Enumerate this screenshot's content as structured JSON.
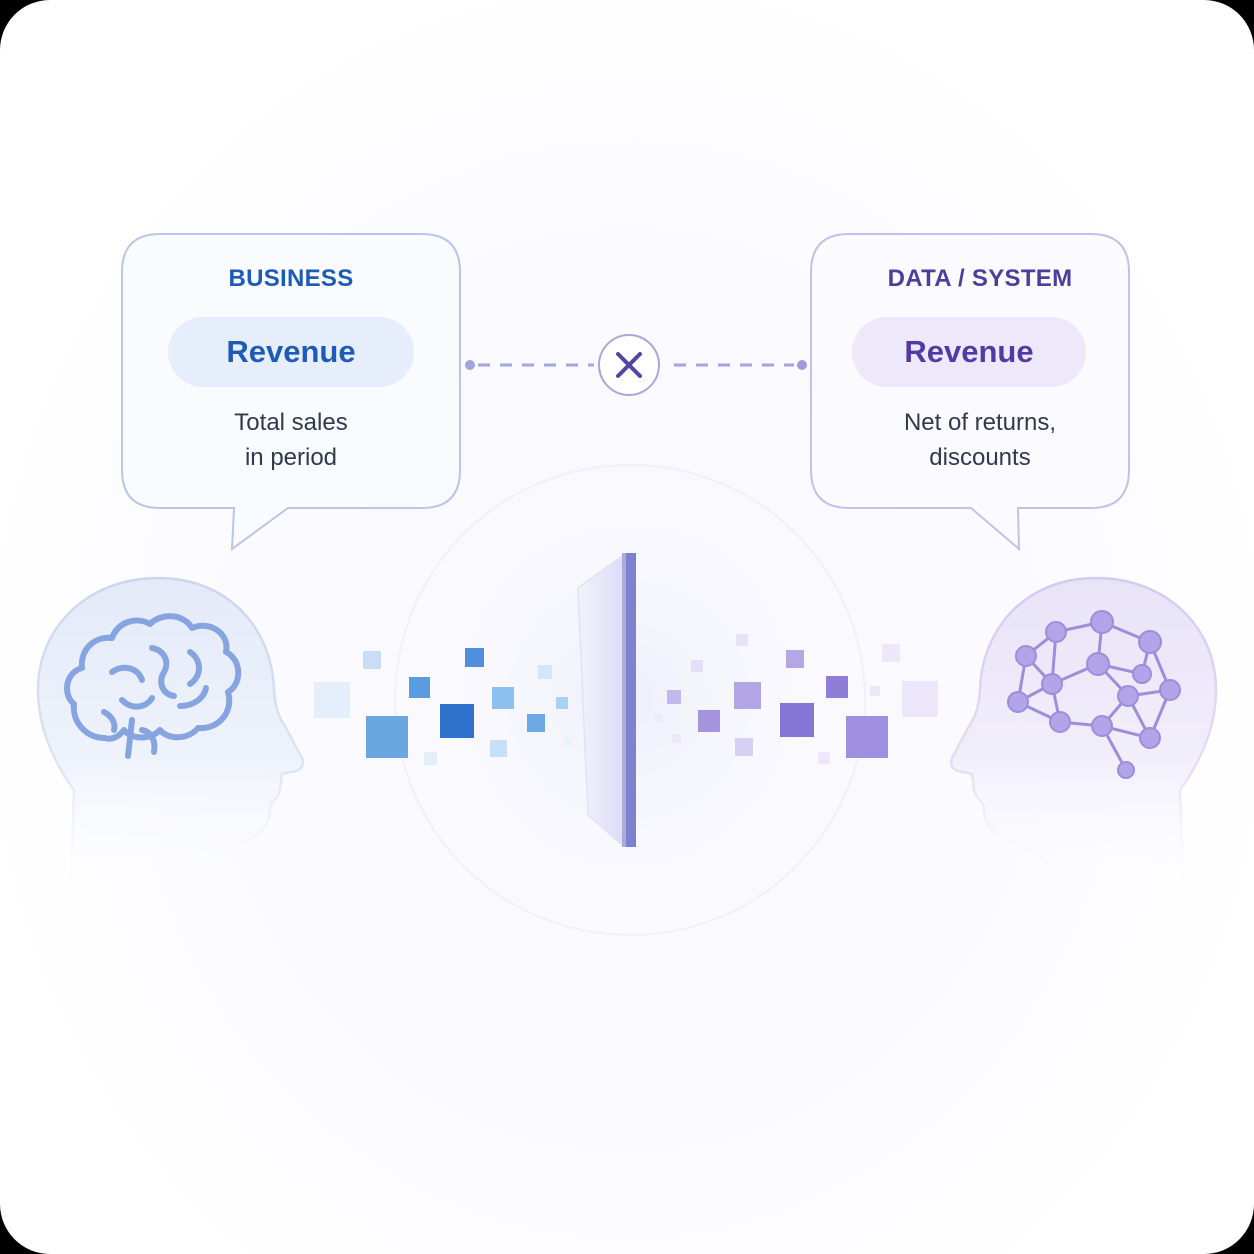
{
  "business": {
    "heading": "BUSINESS",
    "term": "Revenue",
    "definition_lines": [
      "Total sales",
      "in period"
    ]
  },
  "system": {
    "heading": "DATA / SYSTEM",
    "term": "Revenue",
    "definition_lines": [
      "Net of returns,",
      "discounts"
    ]
  },
  "icons": {
    "left_head": "human-head-with-brain-icon",
    "right_head": "head-with-neural-network-icon",
    "mismatch": "x-mismatch-icon"
  },
  "colors": {
    "business_accent": "#1d5bb5",
    "system_accent": "#4f3ba3",
    "business_pixels": "#3f86d6",
    "system_pixels": "#8a78d6",
    "divider": "#7d82cf"
  }
}
